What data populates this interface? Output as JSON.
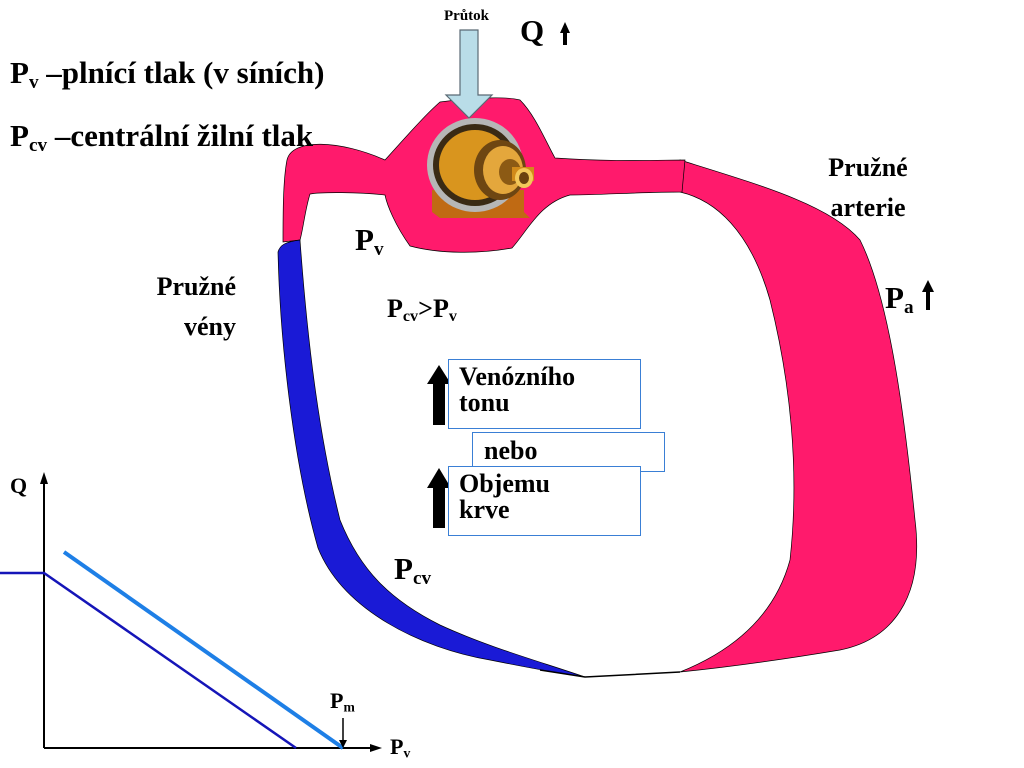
{
  "header": {
    "def_pv_symbol": "P",
    "def_pv_sub": "v",
    "def_pv_text": " –plnící tlak (v síních)",
    "def_pcv_symbol": "P",
    "def_pcv_sub": "cv",
    "def_pcv_text": " –centrální žilní tlak"
  },
  "pump": {
    "flow_label": "Průtok",
    "q_label": "Q",
    "icon": "pump-motor-icon"
  },
  "labels": {
    "arteries_line1": "Pružné",
    "arteries_line2": "arterie",
    "veins_line1": "Pružné",
    "veins_line2": "vény",
    "pv_symbol": "P",
    "pv_sub": "v",
    "pa_symbol": "P",
    "pa_sub": "a",
    "pcv_symbol": "P",
    "pcv_sub": "cv",
    "compare_left_symbol": "P",
    "compare_left_sub": "cv",
    "compare_op": ">",
    "compare_right_symbol": "P",
    "compare_right_sub": "v"
  },
  "boxes": {
    "venous_tone_line1": "Venózního",
    "venous_tone_line2": "tonu",
    "or_text": "nebo",
    "volume_line1": "Objemu",
    "volume_line2": "krve"
  },
  "graph": {
    "y_axis_label": "Q",
    "x_axis_label_symbol": "P",
    "x_axis_label_sub": "v",
    "pm_symbol": "P",
    "pm_sub": "m"
  },
  "colors": {
    "artery": "#ff1a6c",
    "vein": "#1a1ad6",
    "flow_arrow": "#b9dde8",
    "box_border": "#3a7fd5",
    "curve_dark": "#1515b8",
    "curve_light": "#1e7fe6"
  }
}
